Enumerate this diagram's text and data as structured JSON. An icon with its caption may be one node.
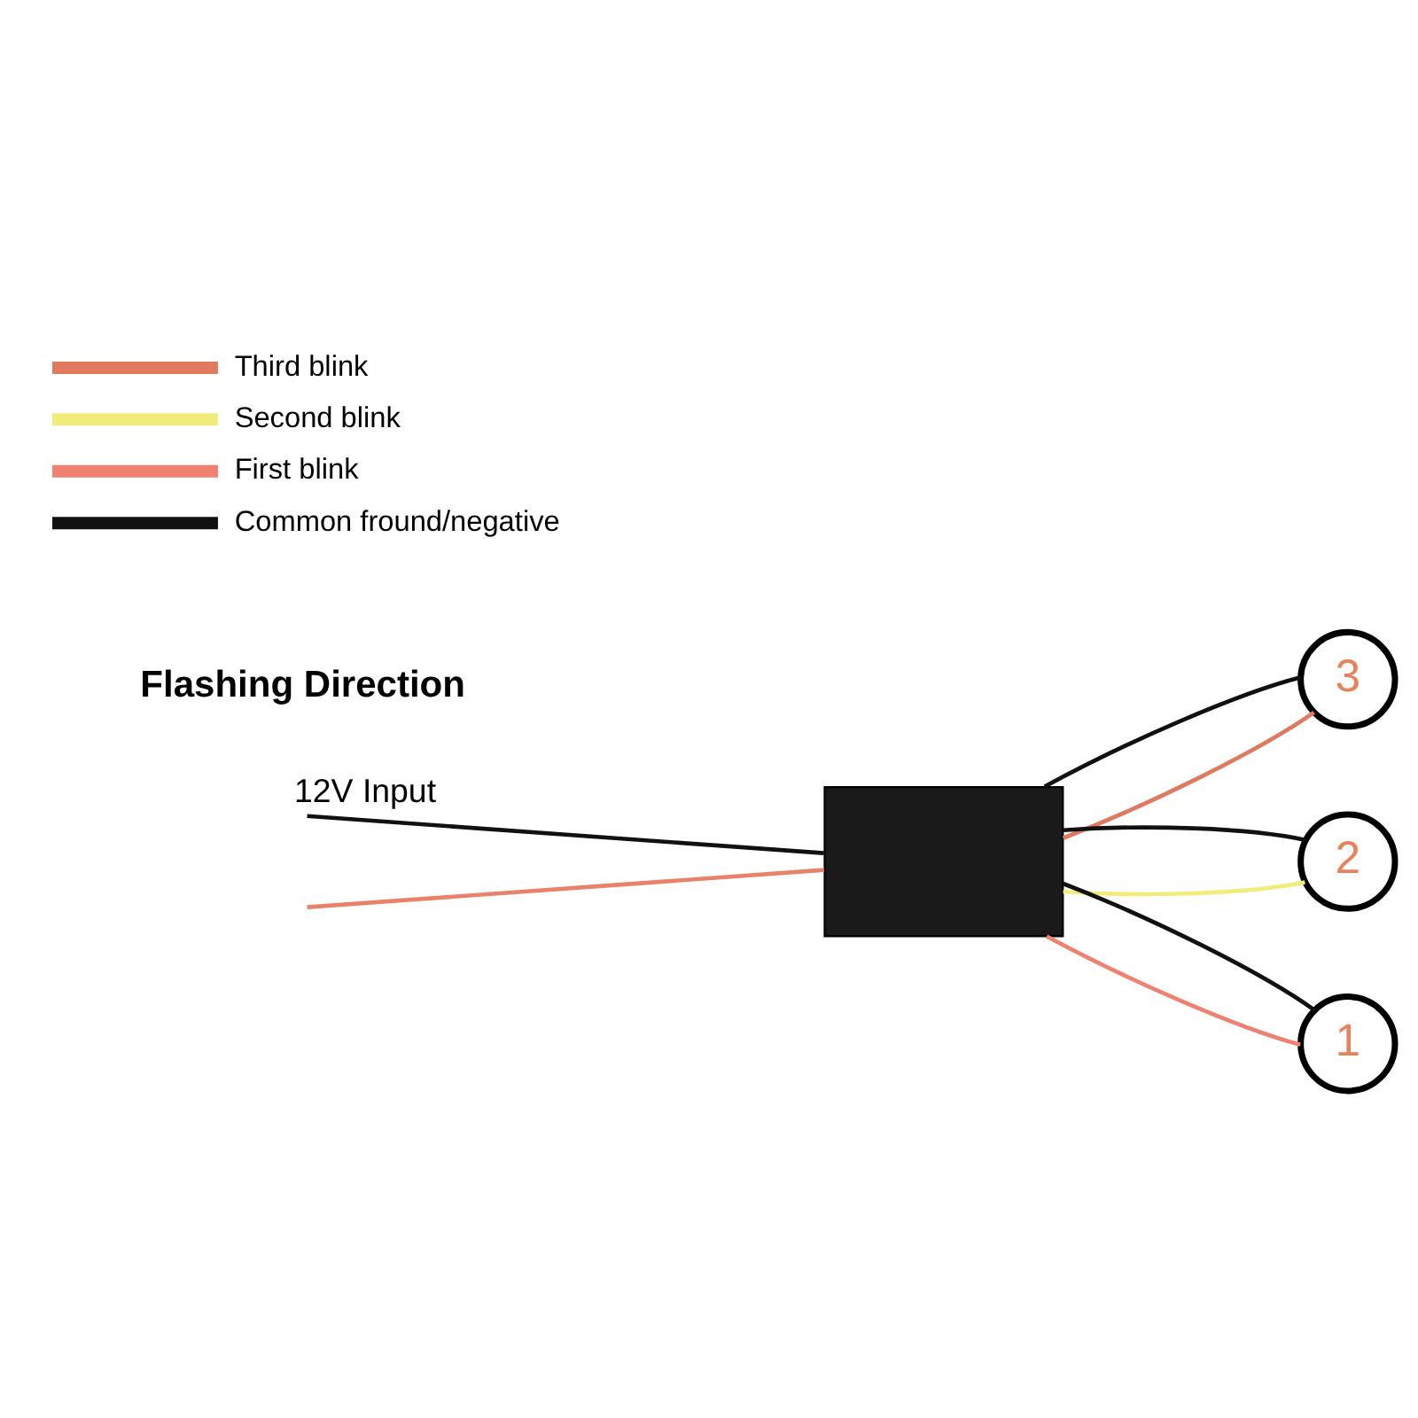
{
  "diagram": {
    "nodes": [
      {
        "text": [],
        "shape": "box"
      },
      {
        "text": [
          "3"
        ]
      },
      {
        "text": [
          "2"
        ]
      },
      {
        "text": [
          "1"
        ]
      }
    ],
    "edges": [
      {
        "from": null,
        "to": 0,
        "arrow": "none",
        "color": "#e8826a"
      },
      {
        "from": null,
        "to": 0,
        "arrow": "none",
        "label": "12V Input"
      },
      {
        "from": 0,
        "to": 1,
        "arrow": "none",
        "color": "#e07a5f"
      },
      {
        "from": 0,
        "to": 2,
        "arrow": "none",
        "color": "#f2ec7a"
      },
      {
        "from": 0,
        "to": 3,
        "arrow": "none",
        "color": "#f08070"
      },
      {
        "from": 0,
        "to": 1,
        "arrow": "none"
      },
      {
        "from": 0,
        "to": 2,
        "arrow": "none"
      },
      {
        "from": 0,
        "to": 3,
        "arrow": "none"
      }
    ],
    "labels": [
      "Flashing Direction"
    ],
    "legend": [
      {
        "text": "Third blink",
        "color": "#e07a5f"
      },
      {
        "text": "Second blink",
        "color": "#f2ec7a"
      },
      {
        "text": "First blink",
        "color": "#f08070"
      },
      {
        "text": "Common fround/negative",
        "color": "#111111"
      }
    ]
  }
}
